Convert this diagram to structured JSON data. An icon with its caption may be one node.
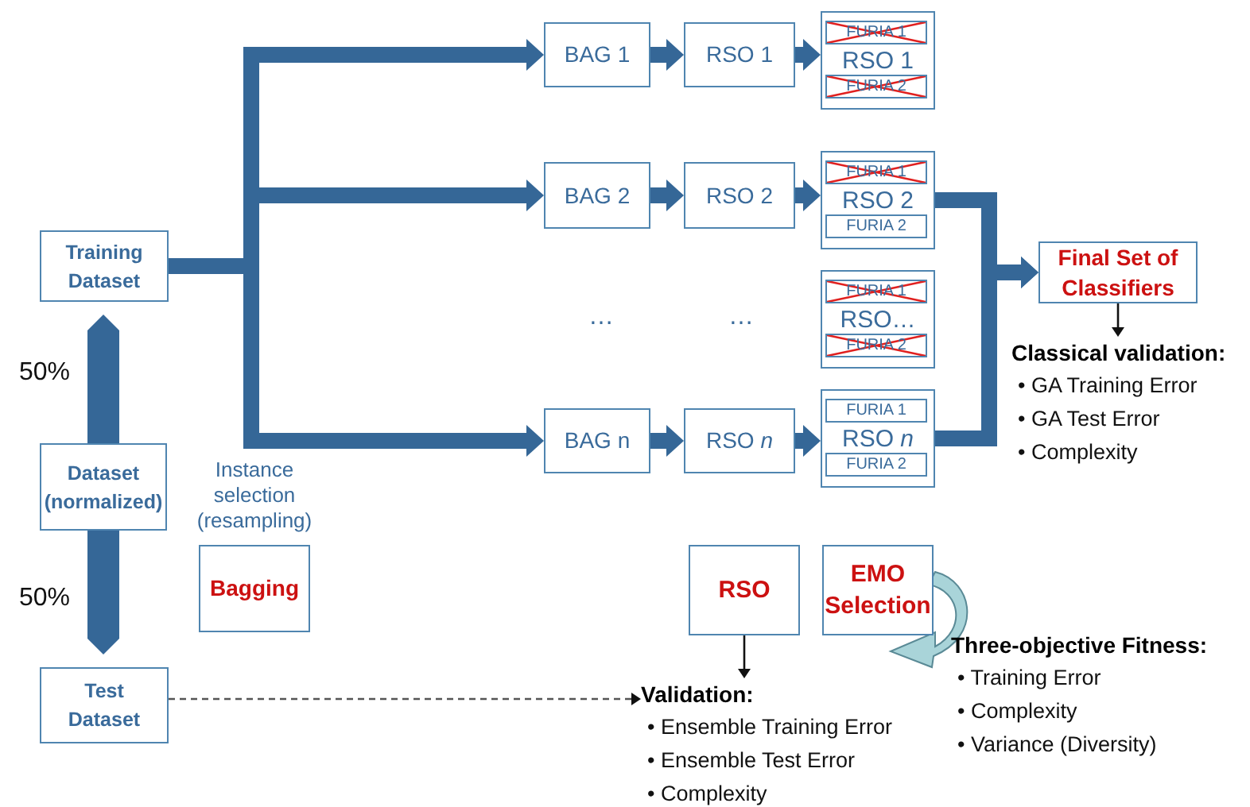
{
  "diagram": {
    "nodes": [
      {
        "text": [
          "Training Dataset"
        ]
      },
      {
        "text": [
          "Dataset (normalized)"
        ]
      },
      {
        "text": [
          "Test Dataset"
        ]
      },
      {
        "text": [
          "Bagging"
        ],
        "beside": [
          "Instance selection (resampling)"
        ]
      },
      {
        "text": [
          "BAG 1"
        ]
      },
      {
        "text": [
          "RSO 1"
        ]
      },
      {
        "text": [
          "RSO 1"
        ]
      },
      {
        "text": [
          "FURIA 1"
        ],
        "in": 6
      },
      {
        "text": [
          "FURIA 2"
        ],
        "in": 6
      },
      {
        "text": [
          "BAG 2"
        ]
      },
      {
        "text": [
          "RSO 2"
        ]
      },
      {
        "text": [
          "RSO 2"
        ]
      },
      {
        "text": [
          "FURIA 1"
        ],
        "in": 11
      },
      {
        "text": [
          "FURIA 2"
        ],
        "in": 11
      },
      {
        "text": [
          "RSO…"
        ]
      },
      {
        "text": [
          "FURIA 1"
        ],
        "in": 14
      },
      {
        "text": [
          "FURIA 2"
        ],
        "in": 14
      },
      {
        "text": [
          "BAG n"
        ]
      },
      {
        "text": [
          "RSO *n*"
        ]
      },
      {
        "text": [
          "RSO *n*"
        ]
      },
      {
        "text": [
          "FURIA 1"
        ],
        "in": 19
      },
      {
        "text": [
          "FURIA 2"
        ],
        "in": 19
      },
      {
        "text": [
          "Final Set of Classifiers"
        ]
      },
      {
        "text": [
          "Classical validation:",
          "• GA Training Error",
          "• GA Test Error",
          "• Complexity"
        ]
      },
      {
        "text": [
          "RSO"
        ]
      },
      {
        "text": [
          "EMO Selection"
        ]
      },
      {
        "text": [
          "Validation:",
          "• Ensemble Training Error",
          "• Ensemble Test Error",
          "• Complexity"
        ]
      },
      {
        "text": [
          "Three-objective Fitness:",
          "• Training Error",
          "• Complexity",
          "• Variance (Diversity)"
        ]
      }
    ],
    "edges": [
      {
        "from": 1,
        "to": 0,
        "arrow": "to",
        "style": "thick",
        "label": "50%"
      },
      {
        "from": 1,
        "to": 2,
        "arrow": "to",
        "style": "thick",
        "label": "50%"
      },
      {
        "from": 0,
        "to": 4,
        "arrow": "to"
      },
      {
        "from": 0,
        "to": 9,
        "arrow": "to"
      },
      {
        "from": 0,
        "to": 17,
        "arrow": "to"
      },
      {
        "from": 4,
        "to": 5,
        "arrow": "to"
      },
      {
        "from": 5,
        "to": 6,
        "arrow": "to"
      },
      {
        "from": 9,
        "to": 10,
        "arrow": "to"
      },
      {
        "from": 10,
        "to": 11,
        "arrow": "to"
      },
      {
        "from": 17,
        "to": 18,
        "arrow": "to"
      },
      {
        "from": 18,
        "to": 19,
        "arrow": "to"
      },
      {
        "from": 11,
        "to": 22,
        "arrow": "to"
      },
      {
        "from": 19,
        "to": 22,
        "arrow": "to"
      },
      {
        "from": 22,
        "to": 23,
        "arrow": "to",
        "color": "#111111"
      },
      {
        "from": 24,
        "to": 26,
        "arrow": "to",
        "color": "#111111"
      },
      {
        "from": 2,
        "to": 26,
        "arrow": "to",
        "style": "dashed",
        "color": "#555555"
      }
    ],
    "labels": [
      "…",
      "…"
    ]
  }
}
